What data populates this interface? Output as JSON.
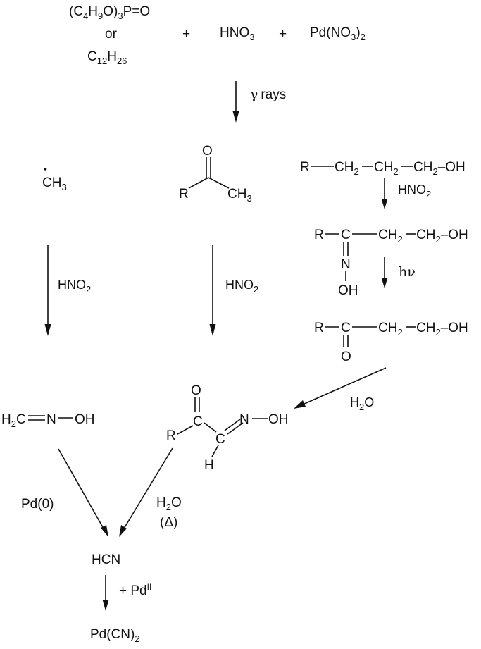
{
  "reactants": {
    "tbp": {
      "a": "(C",
      "b": "4",
      "c": "H",
      "d": "9",
      "e": "O)",
      "f": "3",
      "g": "P=O"
    },
    "or": "or",
    "dodecane": {
      "a": "C",
      "b": "12",
      "c": "H",
      "d": "26"
    },
    "plus": "+",
    "hno3": {
      "a": "HNO",
      "b": "3"
    },
    "pdno3": {
      "a": "Pd(NO",
      "b": "3",
      "c": ")",
      "d": "2"
    }
  },
  "radiation": {
    "symbol": "γ",
    "word": "rays"
  },
  "methyl": {
    "a": "CH",
    "b": "3"
  },
  "ketone": {
    "O": "O",
    "R": "R",
    "ch3": "CH",
    "ch3_sub": "3"
  },
  "alcohol": {
    "r": "R",
    "ch2": "CH",
    "two": "2",
    "oh": "OH",
    "c": "C",
    "n": "N",
    "o": "O",
    "oh2": "OH",
    "dash_oh": "–OH"
  },
  "reagents": {
    "hno2": {
      "a": "HNO",
      "b": "2"
    },
    "hv": "hν",
    "h2o": {
      "a": "H",
      "b": "2",
      "c": "O"
    },
    "heat": "(Δ)",
    "pd0": "Pd(0)",
    "pd_ii": {
      "a": "+ Pd",
      "b": "II"
    }
  },
  "formaldoxime": {
    "a": "H",
    "b": "2",
    "c": "C",
    "d": "N",
    "e": "OH"
  },
  "ketoxime": {
    "O": "O",
    "R": "R",
    "C1": "C",
    "C2": "C",
    "N": "N",
    "OH": "OH",
    "H": "H"
  },
  "hcn": "HCN",
  "pdcn2": {
    "a": "Pd(CN)",
    "b": "2"
  }
}
